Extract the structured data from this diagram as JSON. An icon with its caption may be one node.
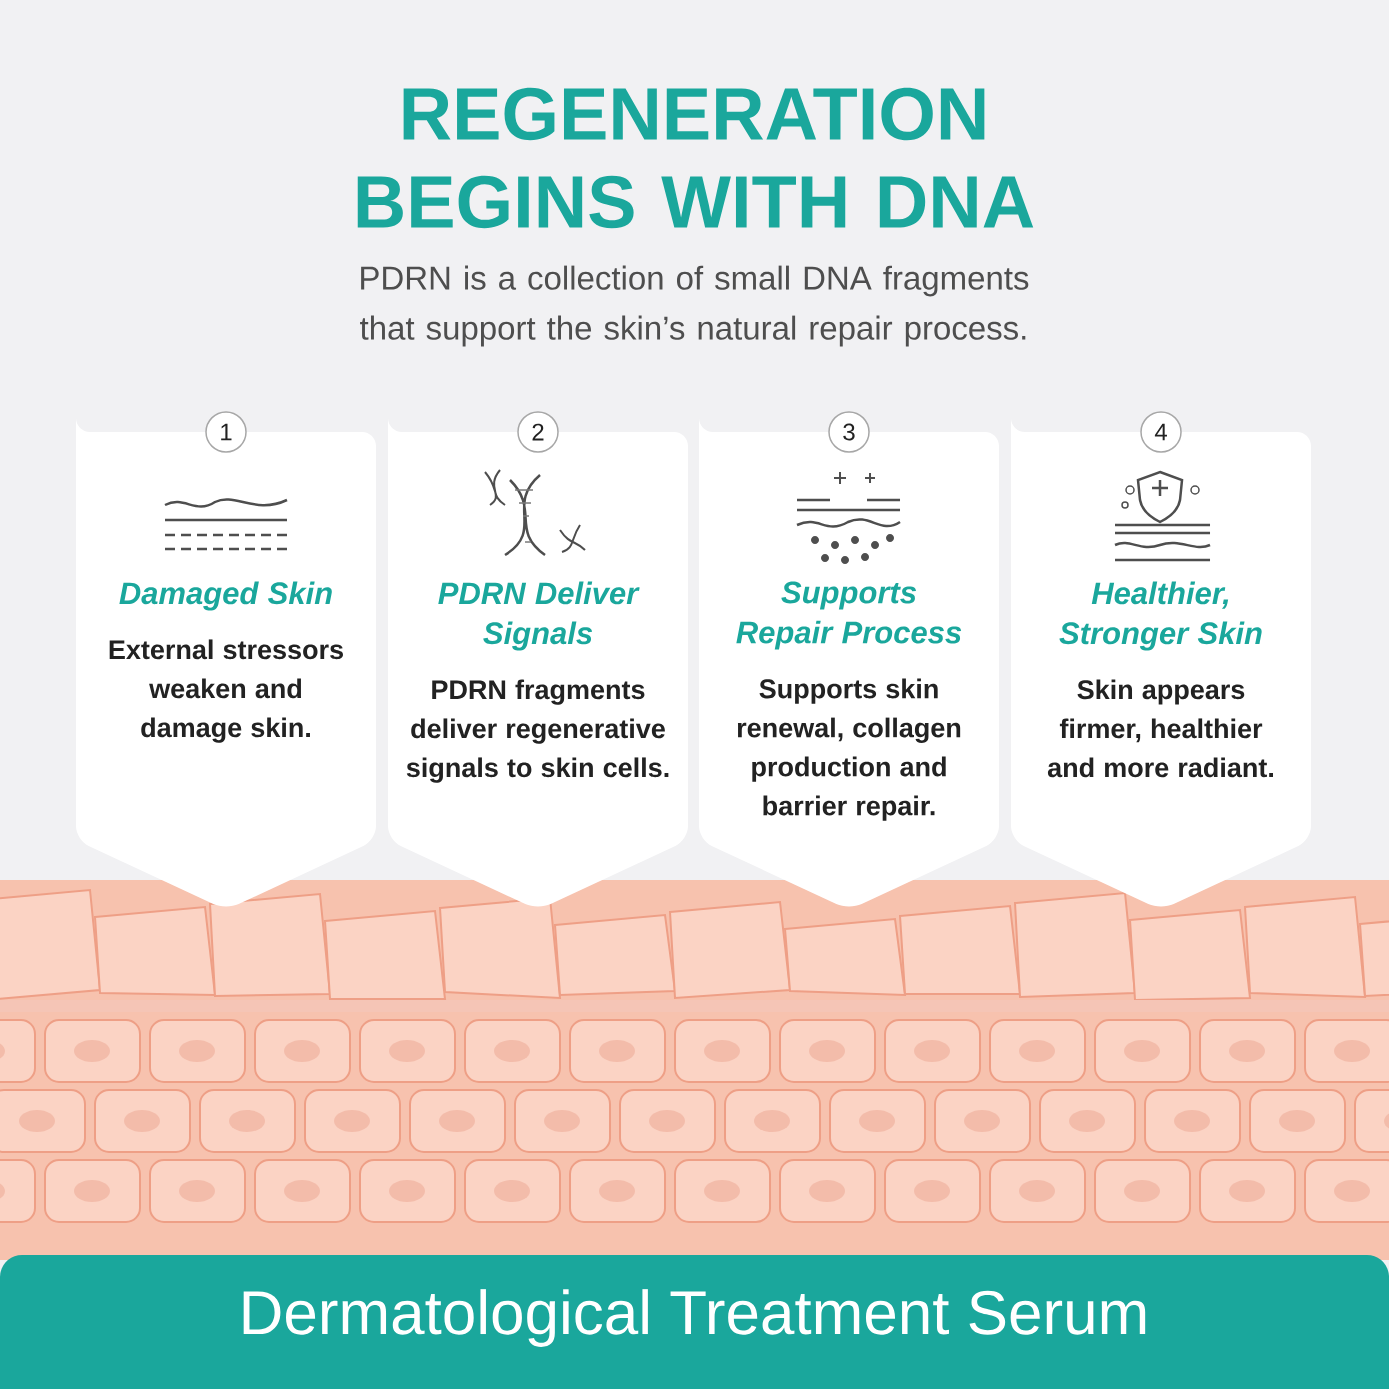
{
  "diagram": {
    "title": "REGENERATION BEGINS WITH DNA",
    "nodes": [
      {
        "text": [
          "Damaged Skin",
          "External stressors weaken and damage skin."
        ]
      },
      {
        "text": [
          "PDRN Deliver Signals",
          "PDRN fragments deliver regenerative signals to skin cells."
        ]
      },
      {
        "text": [
          "Supports Repair Process",
          "Supports skin renewal, collagen production and barrier repair."
        ]
      },
      {
        "text": [
          "Healthier, Stronger Skin",
          "Skin appears firmer, healthier and more radiant."
        ]
      },
      {
        "text": [
          "1"
        ]
      },
      {
        "text": [
          "2"
        ]
      },
      {
        "text": [
          "3"
        ]
      },
      {
        "text": [
          "4"
        ]
      },
      {
        "text": [
          "Dermatological Treatment Serum"
        ]
      }
    ],
    "labels": [
      "PDRN is a collection of small DNA fragments that support the skin’s natural repair process."
    ]
  }
}
